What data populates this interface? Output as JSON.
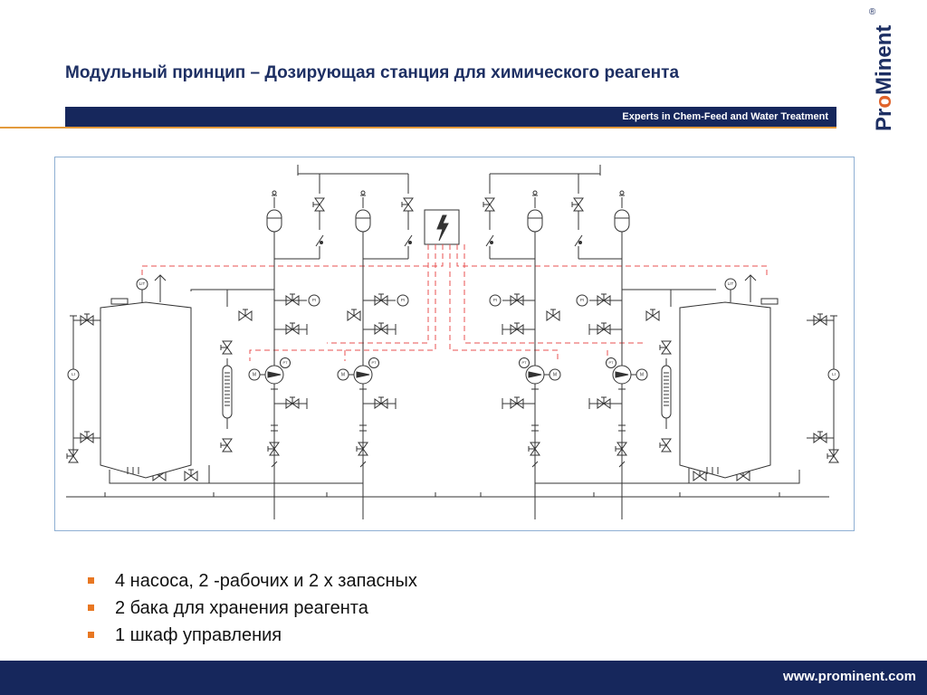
{
  "header": {
    "title": "Модульный принцип – Дозирующая станция для химического реагента",
    "tagline": "Experts in Chem-Feed and Water Treatment"
  },
  "logo": {
    "part1": "Pr",
    "part2": "o",
    "part3": "Minent",
    "reg": "®"
  },
  "diagram": {
    "tank_level_label": "LI",
    "tank_transmitter_label": "LIT",
    "motor_label": "M",
    "pressure_transmitter_label": "PT",
    "pressure_indicator_label": "PI"
  },
  "bullets": [
    "4 насоса, 2 -рабочих и 2 х запасных",
    "2 бака для хранения реагента",
    "1 шкаф управления"
  ],
  "footer": {
    "url": "www.prominent.com"
  },
  "colors": {
    "brand_navy": "#16275c",
    "accent_orange": "#e87722",
    "signal_red": "#e85050"
  }
}
